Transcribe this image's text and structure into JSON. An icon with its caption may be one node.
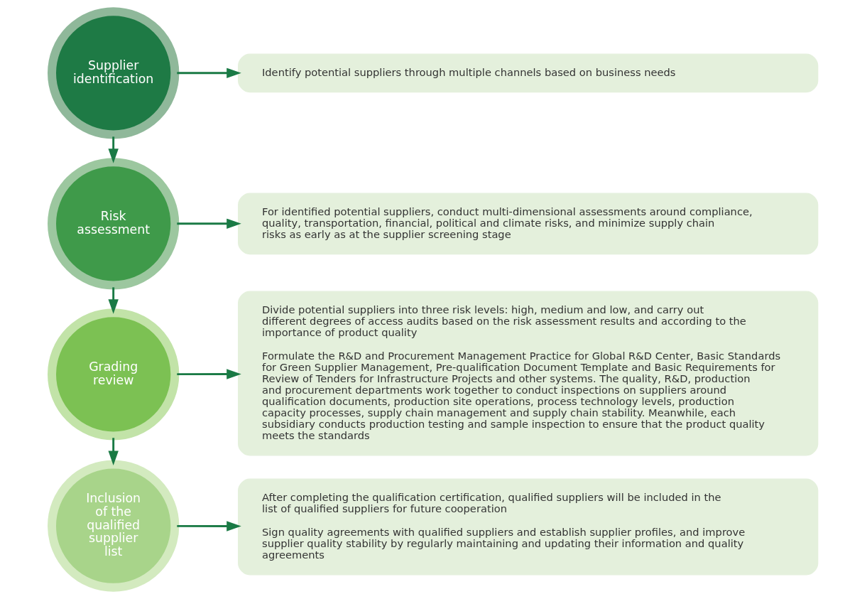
{
  "diagram": {
    "nodes": [
      {
        "text": [
          "Supplier identification"
        ]
      },
      {
        "text": [
          "Risk assessment"
        ]
      },
      {
        "text": [
          "Grading review"
        ]
      },
      {
        "text": [
          "Inclusion of the qualified supplier list"
        ]
      },
      {
        "text": [
          "Identify potential suppliers through multiple channels based on business needs"
        ]
      },
      {
        "text": [
          "For identified potential suppliers, conduct multi-dimensional assessments around compliance, quality, transportation, financial, political and climate risks, and minimize supply chain risks as early as at the supplier screening stage"
        ]
      },
      {
        "text": [
          "Divide potential suppliers into three risk levels: high, medium and low, and carry out different degrees of access audits based on the risk assessment results and according to the importance of product quality",
          "Formulate the R&D and Procurement Management Practice for Global R&D Center, Basic Standards for Green Supplier Management, Pre-qualification Document Template and Basic Requirements for Review of Tenders for Infrastructure Projects and other systems. The quality, R&D, production and procurement departments work together to conduct inspections on suppliers around qualification documents, production site operations, process technology levels, production capacity processes, supply chain management and supply chain stability. Meanwhile, each subsidiary conducts production testing and sample inspection to ensure that the product quality meets the standards"
        ]
      },
      {
        "text": [
          "After completing the qualification certification, qualified suppliers will be included in the list of qualified suppliers for future cooperation",
          "Sign quality agreements with qualified suppliers and establish supplier profiles, and improve supplier quality stability by regularly maintaining and updating their information and quality agreements"
        ]
      }
    ],
    "edges": [
      {
        "from": 0,
        "to": 4,
        "arrow": "to"
      },
      {
        "from": 0,
        "to": 1,
        "arrow": "to"
      },
      {
        "from": 1,
        "to": 5,
        "arrow": "to"
      },
      {
        "from": 1,
        "to": 2,
        "arrow": "to"
      },
      {
        "from": 2,
        "to": 6,
        "arrow": "to"
      },
      {
        "from": 2,
        "to": 3,
        "arrow": "to"
      },
      {
        "from": 3,
        "to": 7,
        "arrow": "to"
      }
    ]
  }
}
